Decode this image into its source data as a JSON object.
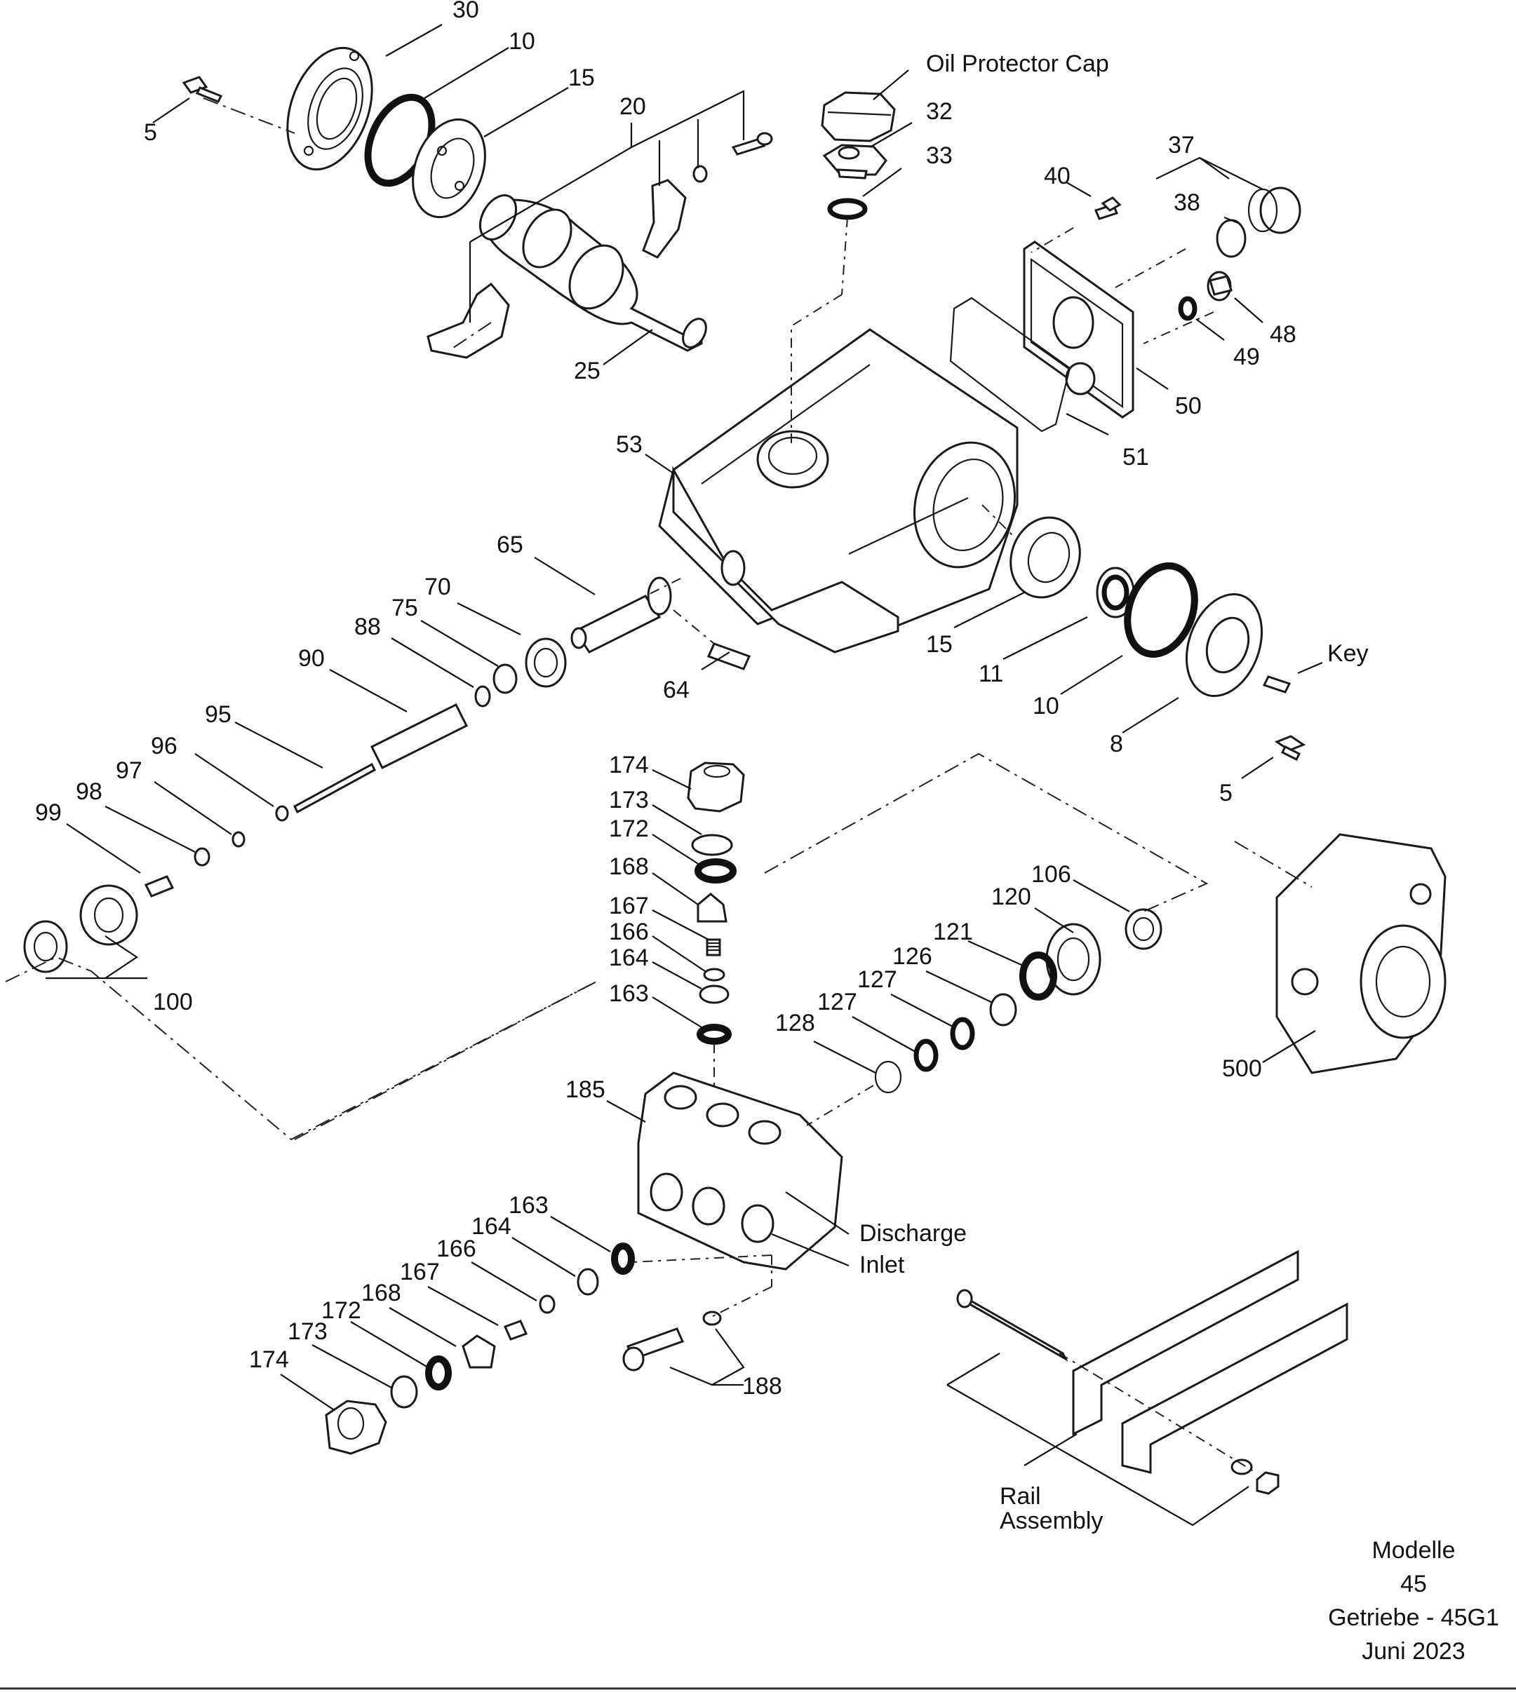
{
  "labels": {
    "l30": "30",
    "l10a": "10",
    "l15a": "15",
    "l20": "20",
    "l5a": "5",
    "l25": "25",
    "oil_cap": "Oil Protector Cap",
    "l32": "32",
    "l33": "33",
    "l40": "40",
    "l37": "37",
    "l38": "38",
    "l48": "48",
    "l49": "49",
    "l50": "50",
    "l51": "51",
    "l53": "53",
    "l65": "65",
    "l70": "70",
    "l75": "75",
    "l88": "88",
    "l90": "90",
    "l64": "64",
    "l15b": "15",
    "l11": "11",
    "l10b": "10",
    "l8": "8",
    "key": "Key",
    "l5b": "5",
    "l95": "95",
    "l96": "96",
    "l97": "97",
    "l98": "98",
    "l99": "99",
    "l100": "100",
    "l174a": "174",
    "l173a": "173",
    "l172a": "172",
    "l168a": "168",
    "l167a": "167",
    "l166a": "166",
    "l164a": "164",
    "l163a": "163",
    "l106": "106",
    "l120": "120",
    "l121": "121",
    "l126": "126",
    "l127a": "127",
    "l127b": "127",
    "l128": "128",
    "l500": "500",
    "l185": "185",
    "discharge": "Discharge",
    "inlet": "Inlet",
    "l163b": "163",
    "l164b": "164",
    "l166b": "166",
    "l167b": "167",
    "l168b": "168",
    "l172b": "172",
    "l173b": "173",
    "l174b": "174",
    "l188": "188",
    "rail1": "Rail",
    "rail2": "Assembly"
  },
  "footer": {
    "line1": "Modelle",
    "line2": "45",
    "line3": "Getriebe - 45G1",
    "line4": "Juni 2023"
  }
}
